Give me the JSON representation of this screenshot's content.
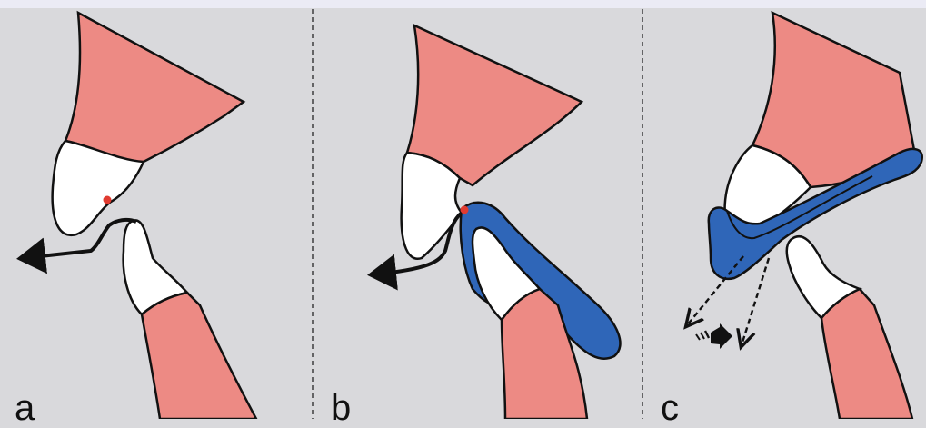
{
  "colors": {
    "background": "#d9d9dc",
    "gum": "#ed8a84",
    "tooth": "#ffffff",
    "appliance": "#2f66b8",
    "outline": "#111111",
    "contact_point": "#e03b30"
  },
  "panels": [
    {
      "label": "a",
      "elements": [
        "upper-gum",
        "upper-tooth",
        "contact-point",
        "lower-tooth",
        "lower-gum",
        "force-arrow"
      ]
    },
    {
      "label": "b",
      "elements": [
        "upper-gum",
        "upper-tooth",
        "contact-point",
        "lower-tooth",
        "lower-gum",
        "blue-appliance",
        "force-arrow"
      ]
    },
    {
      "label": "c",
      "elements": [
        "upper-gum",
        "upper-tooth",
        "lower-tooth",
        "lower-gum",
        "blue-appliance",
        "dashed-force-arrows",
        "motion-arrow"
      ]
    }
  ]
}
